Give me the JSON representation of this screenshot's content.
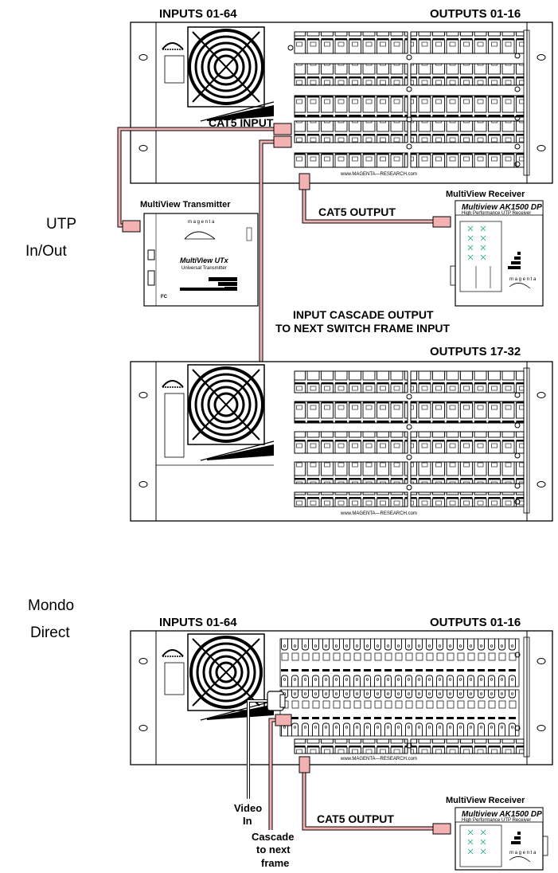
{
  "section1": {
    "side_label_line1": "UTP",
    "side_label_line2": "In/Out",
    "inputs_label": "INPUTS  01-64",
    "outputs_label": "OUTPUTS  01-16",
    "cat5_input_label": "CAT5 INPUT",
    "cat5_output_label": "CAT5 OUTPUT",
    "website": "www.MAGENTA—RESEARCH.com",
    "transmitter": {
      "title": "MultiView Transmitter",
      "brand": "m a g e n t a",
      "product": "MultiView UTx",
      "subtitle": "Universal Transmitter",
      "fc_mark": "FC"
    },
    "receiver": {
      "title": "MultiView Receiver",
      "product": "Multiview AK1500 DP",
      "subtitle": "High Performance UTP Receiver",
      "brand": "m a g e n t a"
    }
  },
  "cascade": {
    "line1": "INPUT CASCADE OUTPUT",
    "line2": "TO NEXT SWITCH FRAME INPUT"
  },
  "section2": {
    "outputs_label": "OUTPUTS  17-32",
    "website": "www.MAGENTA—RESEARCH.com"
  },
  "section3": {
    "side_label_line1": "Mondo",
    "side_label_line2": "Direct",
    "inputs_label": "INPUTS  01-64",
    "outputs_label": "OUTPUTS  01-16",
    "website": "www.MAGENTA—RESEARCH.com",
    "cat5_output_label": "CAT5 OUTPUT",
    "video_in_line1": "Video",
    "video_in_line2": "In",
    "cascade_line1": "Cascade",
    "cascade_line2": "to next",
    "cascade_line3": "frame",
    "receiver": {
      "title": "MultiView Receiver",
      "product": "Multiview AK1500 DP",
      "subtitle": "High Performance UTP Receiver",
      "brand": "m a g e n t a"
    }
  },
  "colors": {
    "cable_pink": "#f2b2b2",
    "cable_red": "#c0392b",
    "line": "#000000"
  }
}
